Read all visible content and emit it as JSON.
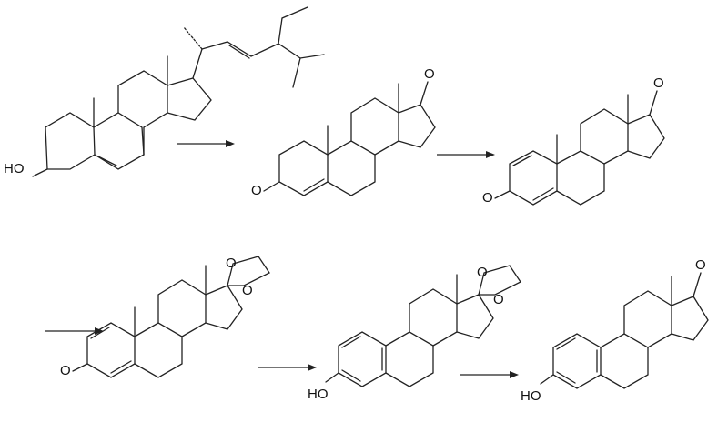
{
  "scheme": {
    "type": "reaction-scheme",
    "compounds": [
      {
        "id": "compound-1",
        "name": "stigmasterol-like sterol",
        "labels": [
          "HO"
        ]
      },
      {
        "id": "compound-2",
        "name": "androst-4-ene-3,17-dione",
        "labels": [
          "O",
          "O"
        ]
      },
      {
        "id": "compound-3",
        "name": "androsta-1,4-diene-3,17-dione",
        "labels": [
          "O",
          "O"
        ]
      },
      {
        "id": "compound-4",
        "name": "17-ketal protected dienone",
        "labels": [
          "O",
          "O",
          "O"
        ]
      },
      {
        "id": "compound-5",
        "name": "17-ketal protected estrone",
        "labels": [
          "HO",
          "O",
          "O"
        ]
      },
      {
        "id": "compound-6",
        "name": "estrone",
        "labels": [
          "HO",
          "O"
        ]
      }
    ],
    "arrows": 5,
    "labels": {
      "ho": "HO",
      "o": "O"
    }
  }
}
